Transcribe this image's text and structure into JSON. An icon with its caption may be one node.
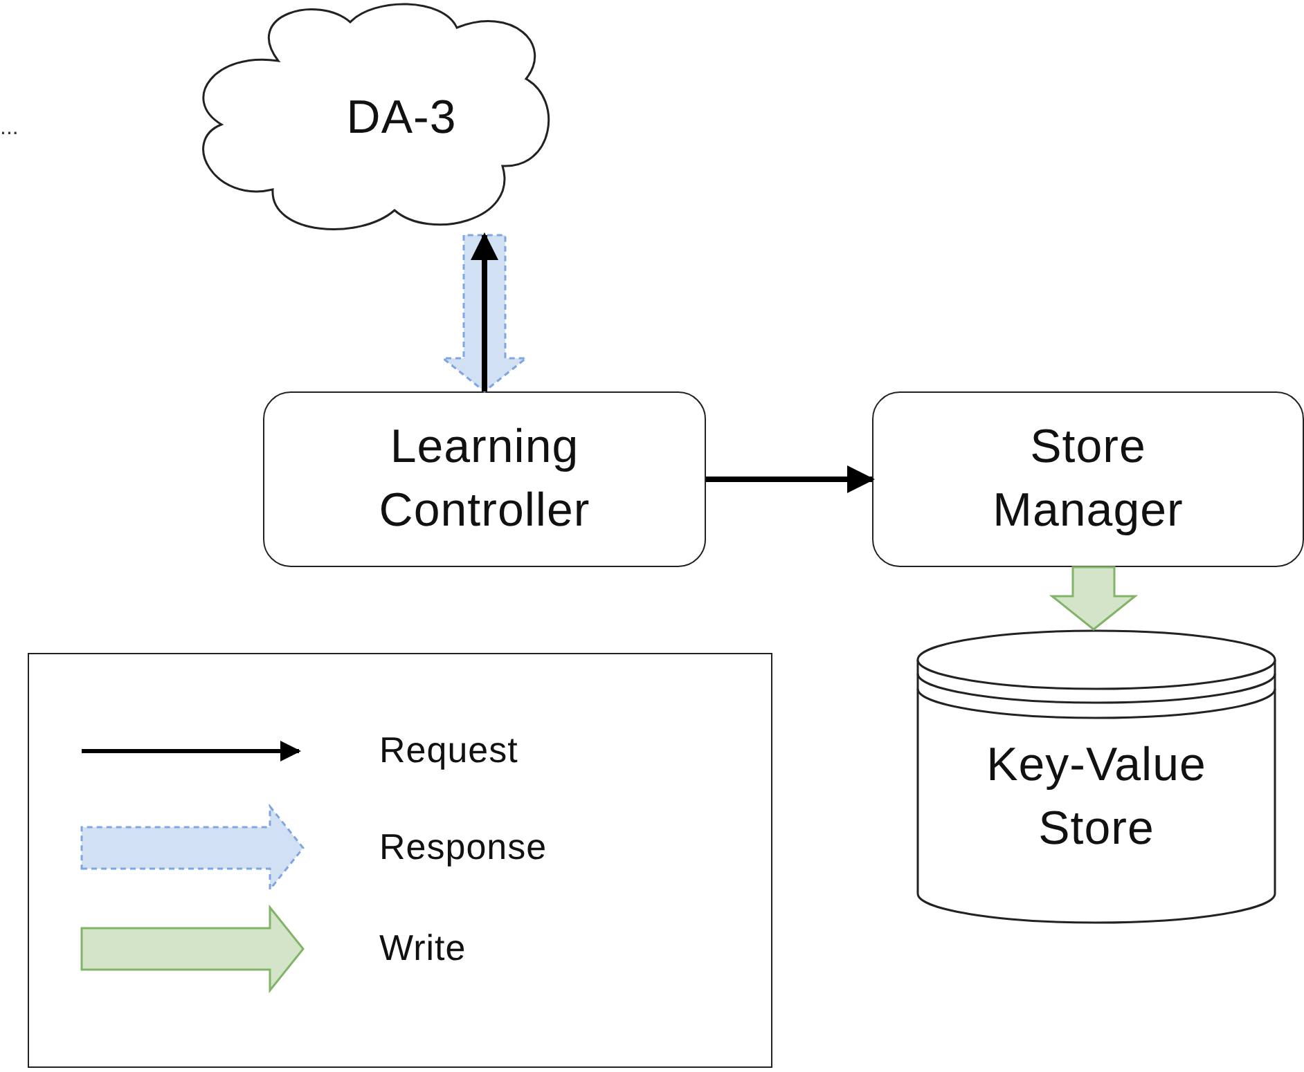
{
  "diagram": {
    "nodes": [
      {
        "text": [
          "DA-3"
        ]
      },
      {
        "text": [
          "Learning Controller"
        ]
      },
      {
        "text": [
          "Store Manager"
        ]
      },
      {
        "text": [
          "Key-Value Store"
        ]
      }
    ],
    "edges": [
      {
        "from": 0,
        "to": 1,
        "arrow": "to",
        "style": "dashed",
        "color": "#7ea6e0"
      },
      {
        "from": 1,
        "to": 0,
        "arrow": "to"
      },
      {
        "from": 1,
        "to": 2,
        "arrow": "to"
      },
      {
        "from": 2,
        "to": 3,
        "arrow": "to",
        "style": "thick",
        "color": "#82b366"
      }
    ],
    "labels": [
      "..."
    ],
    "legend": [
      {
        "text": "Request"
      },
      {
        "text": "Response"
      },
      {
        "text": "Write"
      }
    ]
  }
}
